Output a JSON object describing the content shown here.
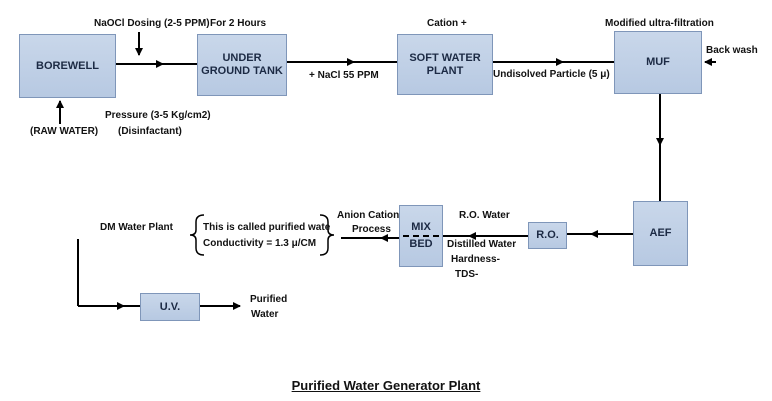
{
  "title": "Purified Water Generator Plant",
  "nodes": {
    "borewell": "BOREWELL",
    "tank_line1": "UNDER",
    "tank_line2": "GROUND TANK",
    "soft_line1": "SOFT WATER",
    "soft_line2": "PLANT",
    "muf": "MUF",
    "aef": "AEF",
    "ro": "R.O.",
    "mix_line1": "MIX",
    "mix_line2": "BED",
    "uv": "U.V."
  },
  "labels": {
    "naocl": "NaOCl Dosing (2-5 PPM)",
    "hours": "For 2 Hours",
    "cation": "Cation +",
    "modified": "Modified ultra-filtration",
    "backwash": "Back wash",
    "pressure": "Pressure (3-5 Kg/cm2)",
    "raw_water": "(RAW WATER)",
    "disinfectant": "(Disinfactant)",
    "nacl": "+ NaCl 55 PPM",
    "undissolved": "Undisolved Particle (5 μ)",
    "dm_plant": "DM Water Plant",
    "purified_note1": "This is called purified wate",
    "purified_note2": "Conductivity = 1.3 μ/CM",
    "anion_cation": "Anion Cation",
    "process": "Process",
    "ro_water": "R.O. Water",
    "distilled": "Distilled Water",
    "hardness": "Hardness-",
    "tds": "TDS-",
    "purified": "Purified",
    "water": "Water"
  }
}
